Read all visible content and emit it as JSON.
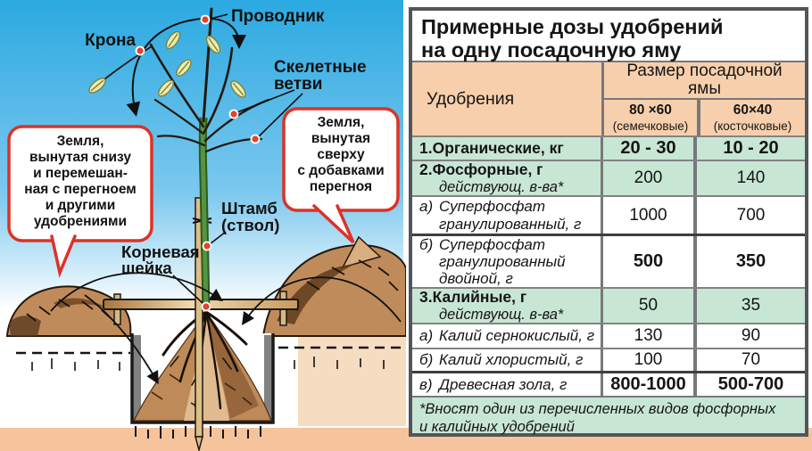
{
  "diagram": {
    "labels": {
      "leader": "Проводник",
      "crown": "Крона",
      "skeletal_line1": "Скелетные",
      "skeletal_line2": "ветви",
      "trunk_line1": "Штамб",
      "trunk_line2": "(ствол)",
      "root_collar_line1": "Корневая",
      "root_collar_line2": "шейка"
    },
    "callout_left_lines": [
      "Земля,",
      "вынутая снизу",
      "и перемешан-",
      "ная с перегноем",
      "и другими",
      "удобрениями"
    ],
    "callout_right_lines": [
      "Земля,",
      "вынутая",
      "сверху",
      "с добавками",
      "перегноя"
    ]
  },
  "table": {
    "title_line1": "Примерные дозы удобрений",
    "title_line2": "на одну посадочную яму",
    "col_fertilizer": "Удобрения",
    "col_pit_size": "Размер посадочной ямы",
    "col1_size": "80 ×60",
    "col1_type": "(семечковые)",
    "col2_size": "60×40",
    "col2_type": "(косточковые)",
    "rows": [
      {
        "prefix": "1.",
        "label": "Органические, кг",
        "v1": "20 - 30",
        "v2": "10 - 20"
      },
      {
        "prefix": "2.",
        "label": "Фосфорные, г",
        "sub": "действующ. в-ва*",
        "v1": "200",
        "v2": "140"
      },
      {
        "prefix": "а)",
        "label": "Суперфосфат гранулированный, г",
        "v1": "1000",
        "v2": "700"
      },
      {
        "prefix": "б)",
        "label": "Суперфосфат гранулированный двойной, г",
        "v1": "500",
        "v2": "350"
      },
      {
        "prefix": "3.",
        "label": "Калийные, г",
        "sub": "действующ. в-ва*",
        "v1": "50",
        "v2": "35"
      },
      {
        "prefix": "а)",
        "label": "Калий сернокислый, г",
        "v1": "130",
        "v2": "90"
      },
      {
        "prefix": "б)",
        "label": "Калий хлористый, г",
        "v1": "100",
        "v2": "70"
      },
      {
        "prefix": "в)",
        "label": "Древесная зола, г",
        "v1": "800-1000",
        "v2": "500-700"
      }
    ],
    "footnote_line1": "*Вносят один из перечисленных видов фосфорных",
    "footnote_line2": "и калийных удобрений"
  },
  "colors": {
    "sky": "#2BA9E1",
    "footer_strip": "#F5C49C",
    "header_peach": "#F8CFAC",
    "row_green": "#C8E6D4",
    "callout_red": "#DC3227",
    "dot_red": "#E8402B",
    "grid_gray": "#77787B"
  }
}
